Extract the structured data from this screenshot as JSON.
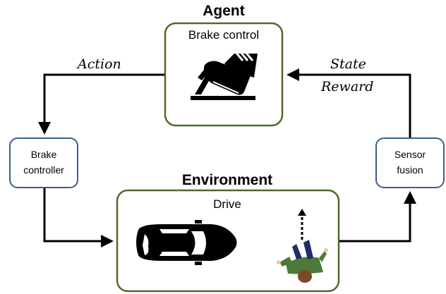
{
  "agent": {
    "title": "Agent",
    "label": "Brake control",
    "icon": "brake-pedal-icon"
  },
  "environment": {
    "title": "Environment",
    "label": "Drive",
    "icons": [
      "car-icon",
      "pedestrian-icon"
    ]
  },
  "brake_controller": {
    "line1": "Brake",
    "line2": "controller"
  },
  "sensor_fusion": {
    "line1": "Sensor",
    "line2": "fusion"
  },
  "edges": {
    "action": "Action",
    "state": "State",
    "reward": "Reward"
  },
  "colors": {
    "main_box_border": "#4e6a2a",
    "side_box_border": "#3b5d8a",
    "arrow": "#000000"
  }
}
